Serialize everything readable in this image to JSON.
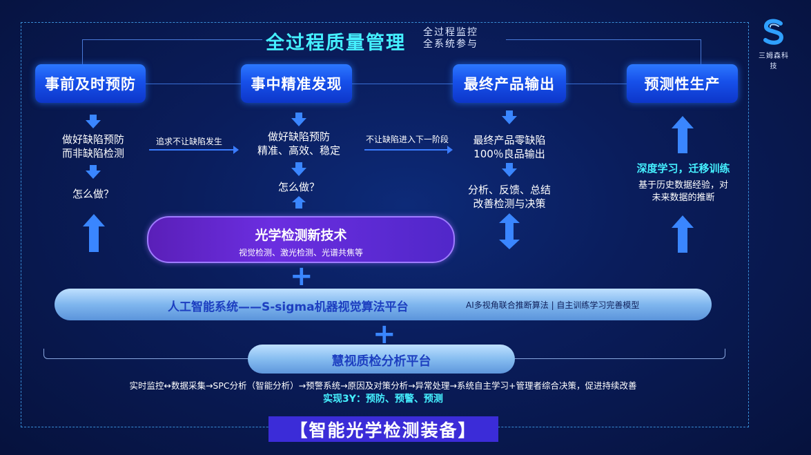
{
  "header": {
    "title": "全过程质量管理",
    "sub1": "全过程监控",
    "sub2": "全系统参与"
  },
  "logo": {
    "text": "三姆森科技"
  },
  "stages": [
    {
      "label": "事前及时预防"
    },
    {
      "label": "事中精准发现"
    },
    {
      "label": "最终产品输出"
    },
    {
      "label": "预测性生产"
    }
  ],
  "col1": {
    "line1": "做好缺陷预防",
    "line2": "而非缺陷检测",
    "how": "怎么做？"
  },
  "arrow1_label": "追求不让缺陷发生",
  "col2": {
    "line1": "做好缺陷预防",
    "line2": "精准、高效、稳定",
    "how": "怎么做？"
  },
  "arrow2_label": "不让缺陷进入下一阶段",
  "col3": {
    "line1": "最终产品零缺陷",
    "line2": "100％良品输出",
    "line3": "分析、反馈、总结",
    "line4": "改善检测与决策"
  },
  "col4": {
    "highlight": "深度学习，迁移训练",
    "line1": "基于历史数据经验，对",
    "line2": "未来数据的推断"
  },
  "tech": {
    "title": "光学检测新技术",
    "sub": "视觉检测、激光检测、光谱共焦等"
  },
  "ai": {
    "title": "人工智能系统——S-sigma机器视觉算法平台",
    "sub": "AI多视角联合推断算法 | 自主训练学习完善模型"
  },
  "hq": {
    "title": "慧视质检分析平台"
  },
  "flow": {
    "text": "实时监控↔数据采集→SPC分析（智能分析）→预警系统→原因及对策分析→异常处理→系统自主学习+管理者综合决策，促进持续改善",
    "highlight": "实现3Y：预防、预警、预测"
  },
  "banner": "【智能光学检测装备】",
  "colors": {
    "accent_cyan": "#45f0ff",
    "stage_blue": "#1750ea",
    "tech_purple": "#6b2ee0",
    "banner_purple": "#3b2cd8",
    "arrow_blue": "#3a86ff"
  }
}
